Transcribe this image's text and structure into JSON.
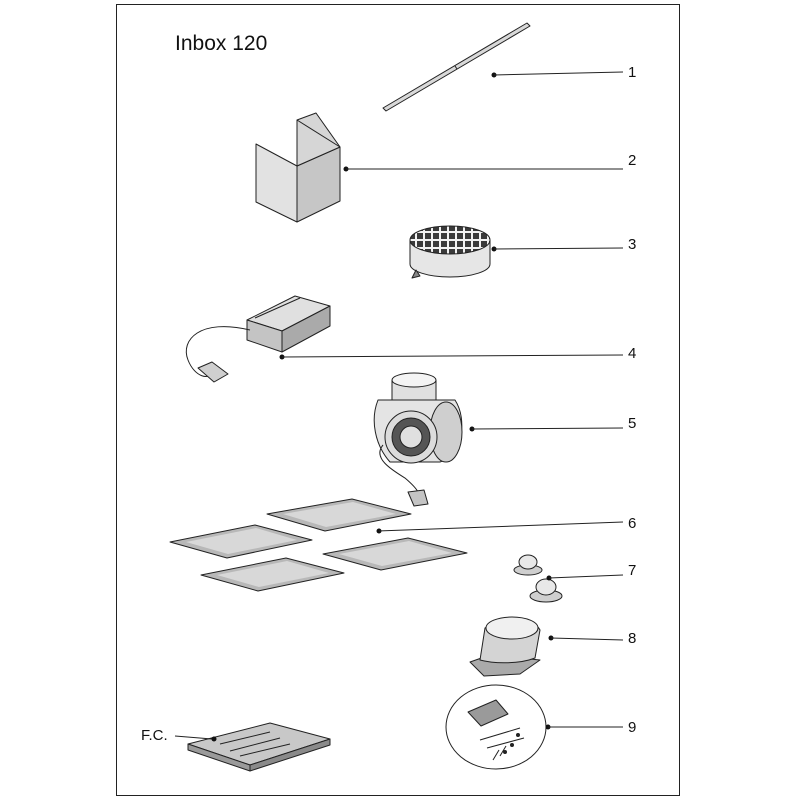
{
  "diagram": {
    "title": "Inbox 120",
    "parts": [
      {
        "id": "1",
        "label": "1",
        "name": "rod"
      },
      {
        "id": "2",
        "label": "2",
        "name": "chimney-cover"
      },
      {
        "id": "3",
        "label": "3",
        "name": "charcoal-filter"
      },
      {
        "id": "4",
        "label": "4",
        "name": "control-box"
      },
      {
        "id": "5",
        "label": "5",
        "name": "blower-motor"
      },
      {
        "id": "6",
        "label": "6",
        "name": "grease-filters"
      },
      {
        "id": "7",
        "label": "7",
        "name": "halogen-lamps"
      },
      {
        "id": "8",
        "label": "8",
        "name": "air-outlet"
      },
      {
        "id": "9",
        "label": "9",
        "name": "hardware-kit"
      },
      {
        "id": "fc",
        "label": "F.C.",
        "name": "filter-cover"
      }
    ],
    "colors": {
      "line": "#222222",
      "fill_light": "#e6e6e6",
      "fill_mid": "#c8c8c8",
      "fill_dark": "#9a9a9a"
    }
  }
}
